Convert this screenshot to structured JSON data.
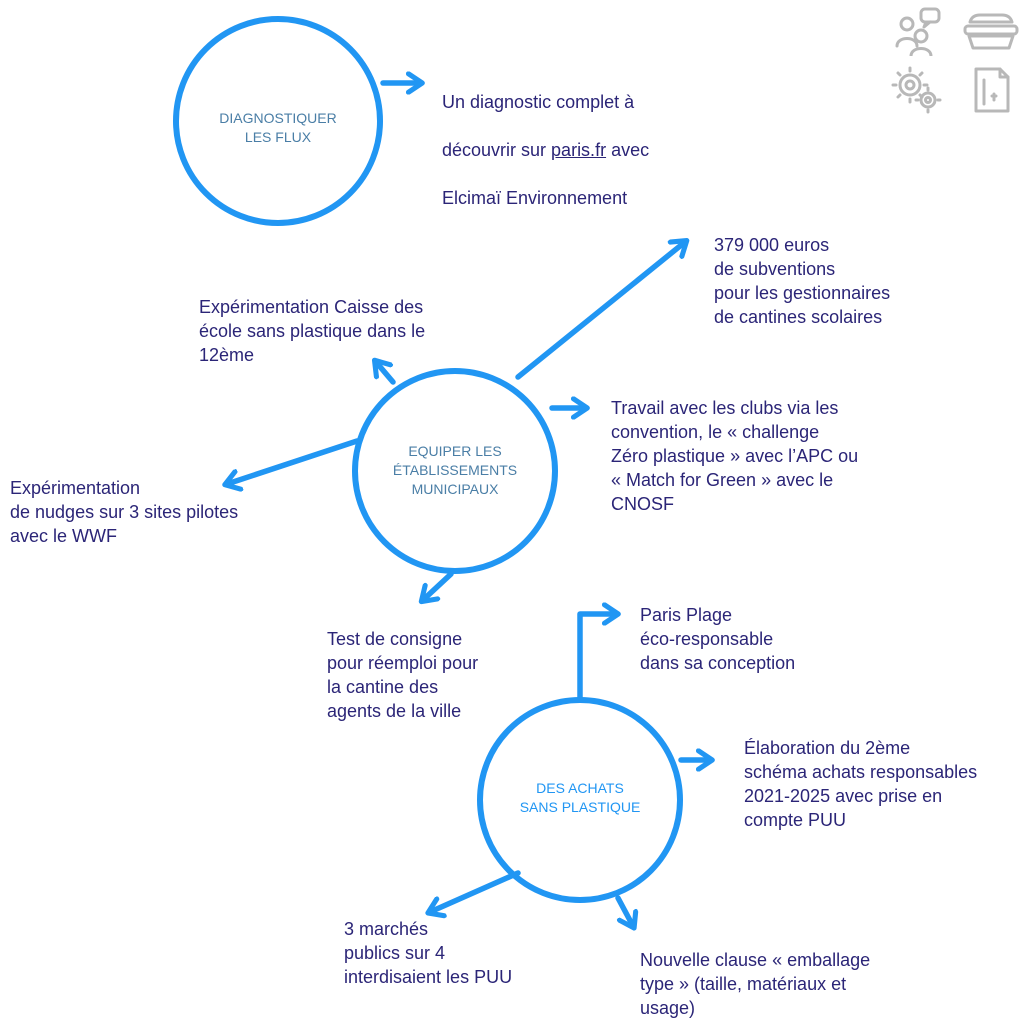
{
  "colors": {
    "circle_stroke": "#2196f3",
    "arrow": "#2196f3",
    "text": "#2b2577",
    "title_dark": "#4a7ea6",
    "title_light": "#2196f3",
    "icon_gray": "#b8b8b8"
  },
  "nodes": {
    "diagnostiquer": {
      "title": "DIAGNOSTIQUER\nLES FLUX"
    },
    "equiper": {
      "title": "EQUIPER LES\nÉTABLISSEMENTS\nMUNICIPAUX"
    },
    "achats": {
      "title": "DES ACHATS\nSANS PLASTIQUE"
    }
  },
  "texts": {
    "diag_line1": "Un diagnostic complet à",
    "diag_line2a": "découvrir sur ",
    "diag_link": "paris.fr",
    "diag_line2b": " avec",
    "diag_line3": "Elcimaï Environnement",
    "subventions": "379 000 euros\nde subventions\npour les gestionnaires\nde cantines scolaires",
    "caisse_ecoles": "Expérimentation Caisse des\nécole sans plastique dans le\n12ème",
    "clubs": "Travail avec les clubs via les\nconvention, le «  challenge\nZéro plastique » avec l’APC ou\n« Match for Green » avec le\nCNOSF",
    "nudges": "Expérimentation\nde nudges sur 3 sites pilotes\navec le WWF",
    "consigne": "Test de consigne\npour réemploi pour\nla cantine des\nagents de la ville",
    "paris_plage": "Paris Plage\néco-responsable\ndans sa conception",
    "schema": "Élaboration du 2ème\nschéma achats responsables\n2021-2025 avec prise en\ncompte PUU",
    "marches": "3 marchés\npublics sur 4\ninterdisaient les PUU",
    "clause": "Nouvelle clause « emballage\ntype » (taille, matériaux et\nusage)"
  },
  "icons": [
    "people-chat-icon",
    "food-container-icon",
    "gears-icon",
    "document-icon"
  ]
}
